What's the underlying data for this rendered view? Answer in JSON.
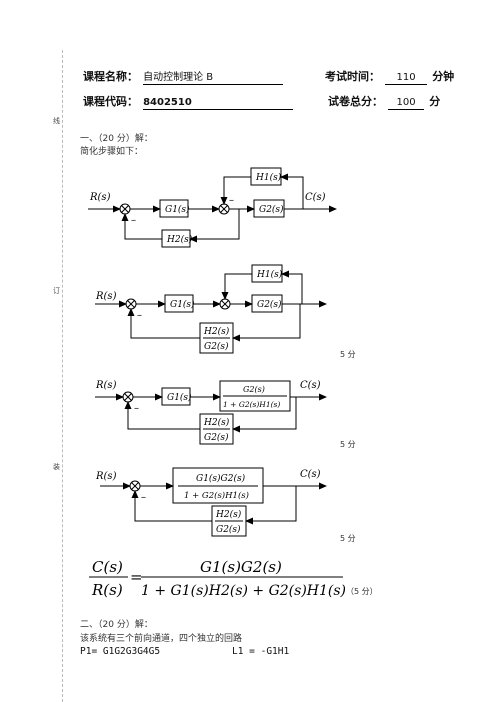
{
  "margin": {
    "mark_a": "线",
    "mark_b": "订",
    "mark_c": "装"
  },
  "header": {
    "course_name_label": "课程名称：",
    "course_name_value": "自动控制理论 B",
    "exam_time_label": "考试时间：",
    "exam_time_value": "110",
    "exam_time_unit": "分钟",
    "course_code_label": "课程代码：",
    "course_code_value": "8402510",
    "total_score_label": "试卷总分：",
    "total_score_value": "100",
    "total_score_unit": "分"
  },
  "q1": {
    "title": "一、（20 分）解：",
    "intro": "简化步骤如下：",
    "labels": {
      "R": "R(s)",
      "C": "C(s)",
      "G1": "G1(s)",
      "G2": "G2(s)",
      "H1": "H1(s)",
      "H2": "H2(s)",
      "minus": "–",
      "G2_num": "G2(s)",
      "G2_den": "1 + G2(s)H1(s)",
      "combined_num": "G1(s)G2(s)",
      "combined_den": "1 + G2(s)H1(s)"
    },
    "score_step2": "5 分",
    "score_step3": "5 分",
    "score_step4": "5 分",
    "formula": {
      "lhs_num": "C(s)",
      "lhs_den": "R(s)",
      "rhs_num": "G1(s)G2(s)",
      "rhs_den": "1 + G1(s)H2(s) + G2(s)H1(s)",
      "score": "（5 分）"
    }
  },
  "q2": {
    "title": "二、（20 分）解：",
    "intro": "该系统有三个前向通道，四个独立的回路",
    "p1": "P1= G1G2G3G4G5",
    "l1": "L1 = -G1H1"
  }
}
